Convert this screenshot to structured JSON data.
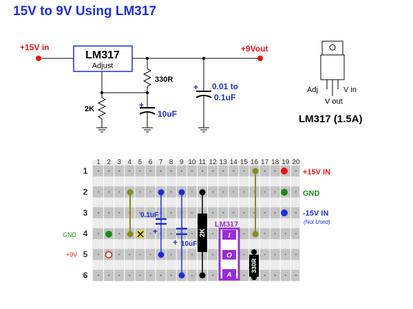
{
  "title": "15V to 9V Using LM317",
  "schematic": {
    "input_label": "+15V in",
    "output_label": "+9Vout",
    "regulator_name": "LM317",
    "regulator_pin": "Adjust",
    "r1_label": "330R",
    "r2_label": "2K",
    "c1_label": "10uF",
    "c2_label_line1": "0.01 to",
    "c2_label_line2": "0.1uF",
    "plus_sign": "+"
  },
  "package": {
    "pin_adj": "Adj",
    "pin_vin": "V in",
    "pin_vout": "V out",
    "caption": "LM317 (1.5A)"
  },
  "board": {
    "columns": [
      "1",
      "2",
      "3",
      "4",
      "5",
      "6",
      "7",
      "8",
      "9",
      "10",
      "11",
      "12",
      "13",
      "14",
      "15",
      "16",
      "17",
      "18",
      "19",
      "20"
    ],
    "rows": [
      "1",
      "2",
      "3",
      "4",
      "5",
      "6"
    ],
    "rail_labels": [
      "+15V IN",
      "GND",
      "-15V IN"
    ],
    "rail_note": "(Not Used)",
    "side_labels": [
      "GND",
      "+9V"
    ],
    "c_small_label": "0.1uF",
    "c_big_label": "10uF",
    "r2k_label": "2K",
    "r330_label": "330R",
    "ic_label": "LM317",
    "ic_pins": [
      "I",
      "O",
      "A"
    ],
    "plus_sign": "+"
  },
  "colors": {
    "title": "#1d2ed6",
    "wire": "#000000",
    "input_dot": "#ee1111",
    "stripe": "#c4c4c4",
    "board": "#ececec",
    "link": "#8a8a1e",
    "capacitor": "#1d2ed6",
    "ic": "#9a2cd4",
    "gnd_green": "#1a8a1a",
    "rail_red": "#ee1111",
    "rail_blue": "#1d2ed6"
  }
}
